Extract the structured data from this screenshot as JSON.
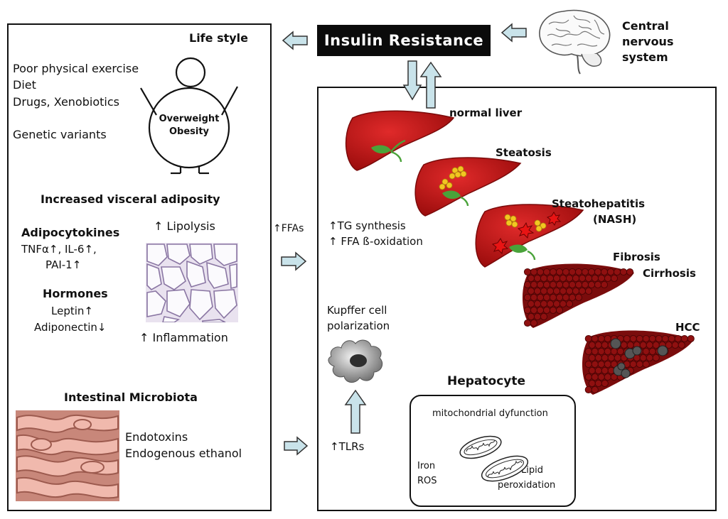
{
  "header": {
    "insulin_resistance": "Insulin Resistance",
    "cns": "Central nervous system"
  },
  "left": {
    "life_style": "Life style",
    "factors": [
      "Poor physical exercise",
      "Diet",
      "Drugs, Xenobiotics",
      "Genetic variants"
    ],
    "figure_label_1": "Overweight",
    "figure_label_2": "Obesity",
    "visceral_title": "Increased visceral adiposity",
    "adipocytokines_title": "Adipocytokines",
    "adipocytokines_lines": [
      "TNFα↑, IL-6↑,",
      "PAI-1↑"
    ],
    "hormones_title": "Hormones",
    "hormones_lines": [
      "Leptin↑",
      "Adiponectin↓"
    ],
    "lipolysis": "↑ Lipolysis",
    "inflammation": "↑ Inflammation",
    "microbiota_title": "Intestinal Microbiota",
    "microbiota_lines": [
      "Endotoxins",
      "Endogenous ethanol"
    ]
  },
  "middle": {
    "ffas": "↑FFAs",
    "tlrs": "↑TLRs"
  },
  "right": {
    "normal_liver": "normal liver",
    "steatosis": "Steatosis",
    "steatohepatitis": "Steatohepatitis",
    "nash": "(NASH)",
    "fibrosis": "Fibrosis",
    "cirrhosis": "Cirrhosis",
    "hcc": "HCC",
    "tg_synthesis": "↑TG synthesis",
    "ffa_oxidation": "↑ FFA ß-oxidation",
    "kupffer_1": "Kupffer cell",
    "kupffer_2": "polarization",
    "hepatocyte_title": "Hepatocyte",
    "mito": "mitochondrial dyfunction",
    "iron": "Iron",
    "ros": "ROS",
    "lipid_1": "Lipid",
    "lipid_2": "peroxidation"
  }
}
